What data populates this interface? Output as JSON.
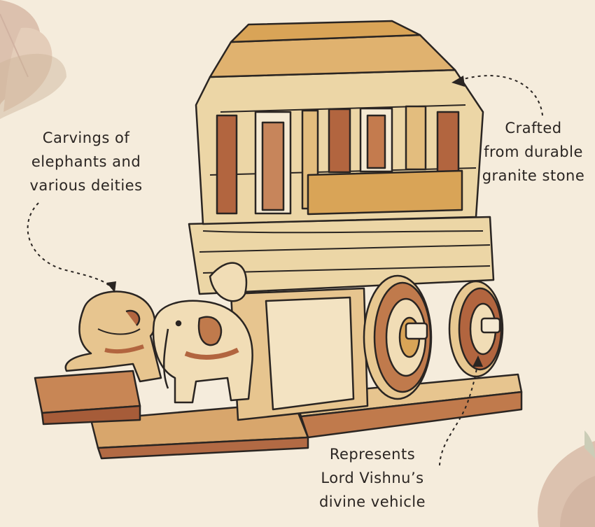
{
  "annotations": {
    "carvings": {
      "lines": [
        "Carvings of",
        "elephants and",
        "various deities"
      ]
    },
    "material": {
      "lines": [
        "Crafted",
        "from durable",
        "granite stone"
      ]
    },
    "meaning": {
      "lines": [
        "Represents",
        "Lord Vishnu’s",
        "divine vehicle"
      ]
    }
  },
  "colors": {
    "background": "#f5ecdc",
    "ink": "#2a2522",
    "stone_light": "#ecd6a6",
    "stone_ochre": "#d9a457",
    "stone_rust": "#b2653f",
    "leaf": "#c9a58c"
  }
}
